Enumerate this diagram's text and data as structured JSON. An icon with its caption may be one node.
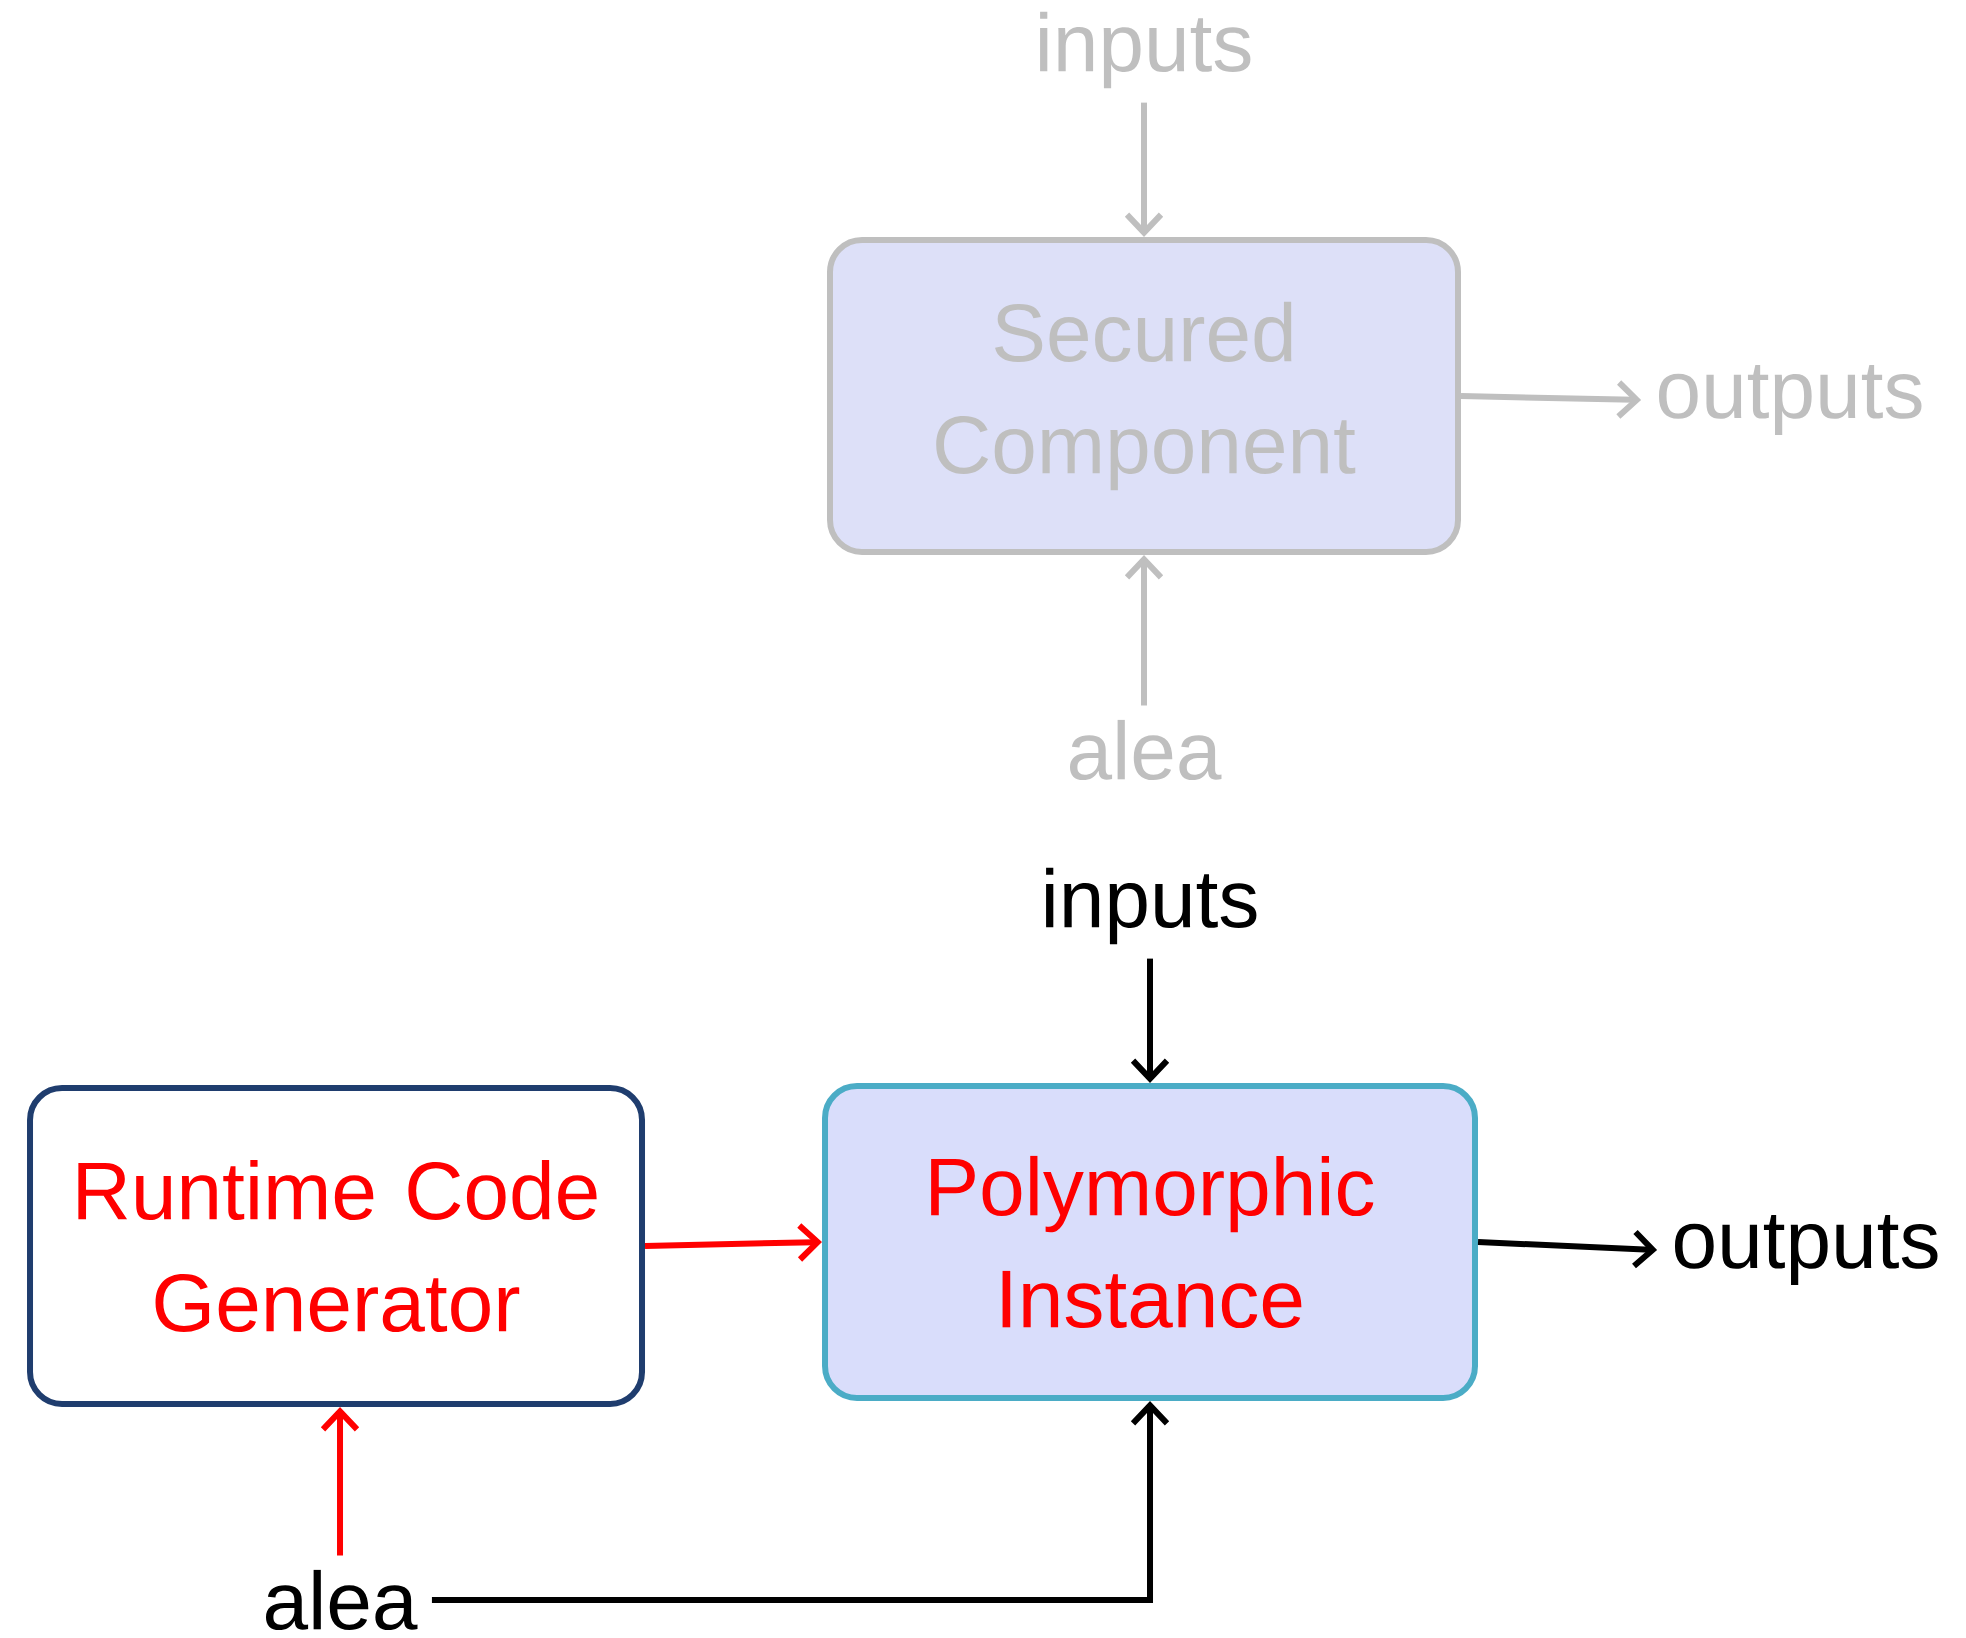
{
  "diagram": {
    "nodes": [
      {
        "text": [
          "inputs"
        ]
      },
      {
        "text": [
          "Secured Component"
        ]
      },
      {
        "text": [
          "outputs"
        ]
      },
      {
        "text": [
          "alea"
        ]
      },
      {
        "text": [
          "inputs"
        ]
      },
      {
        "text": [
          "Runtime Code Generator"
        ]
      },
      {
        "text": [
          "Polymorphic Instance"
        ]
      },
      {
        "text": [
          "outputs"
        ]
      },
      {
        "text": [
          "alea"
        ]
      }
    ],
    "edges": [
      {
        "from": 0,
        "to": 1,
        "arrow": "to",
        "color": "#bfbfbf"
      },
      {
        "from": 1,
        "to": 2,
        "arrow": "to",
        "color": "#bfbfbf"
      },
      {
        "from": 3,
        "to": 1,
        "arrow": "to",
        "color": "#bfbfbf"
      },
      {
        "from": 4,
        "to": 6,
        "arrow": "to",
        "color": "#000000"
      },
      {
        "from": 5,
        "to": 6,
        "arrow": "to",
        "color": "#ff0000"
      },
      {
        "from": 6,
        "to": 7,
        "arrow": "to",
        "color": "#000000"
      },
      {
        "from": 8,
        "to": 5,
        "arrow": "to",
        "color": "#ff0000"
      },
      {
        "from": 8,
        "to": 6,
        "arrow": "to",
        "color": "#000000"
      }
    ]
  }
}
